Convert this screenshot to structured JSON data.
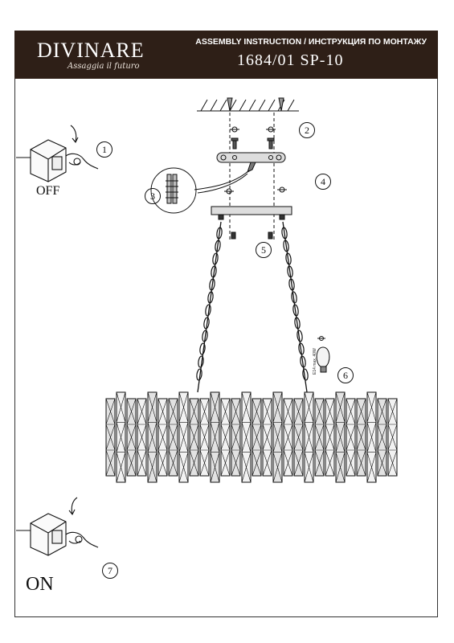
{
  "header": {
    "brand": "DIVINARE",
    "tagline": "Assaggia il futuro",
    "title": "ASSEMBLY INSTRUCTION / ИНСТРУКЦИЯ ПО МОНТАЖУ",
    "model": "1684/01 SP-10"
  },
  "labels": {
    "off": "OFF",
    "on": "ON",
    "bulb": "E14 max. 40W"
  },
  "steps": [
    "1",
    "2",
    "3",
    "4",
    "5",
    "6",
    "7"
  ],
  "colors": {
    "header_bg": "#2e1f17",
    "line": "#111111"
  }
}
